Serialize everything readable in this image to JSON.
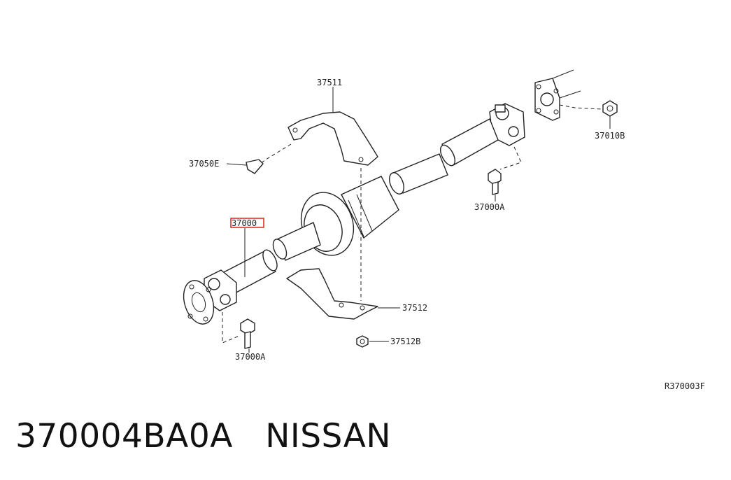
{
  "diagram": {
    "reference_code": "R370003F",
    "callouts": {
      "p37511": "37511",
      "p37050E": "37050E",
      "p37010B": "37010B",
      "p37000A_upper": "37000A",
      "p37000": "37000",
      "p37512": "37512",
      "p37512B": "37512B",
      "p37000A_lower": "37000A"
    },
    "highlight_color": "#e0201b"
  },
  "footer": {
    "part_number": "370004BA0A",
    "brand": "NISSAN"
  }
}
